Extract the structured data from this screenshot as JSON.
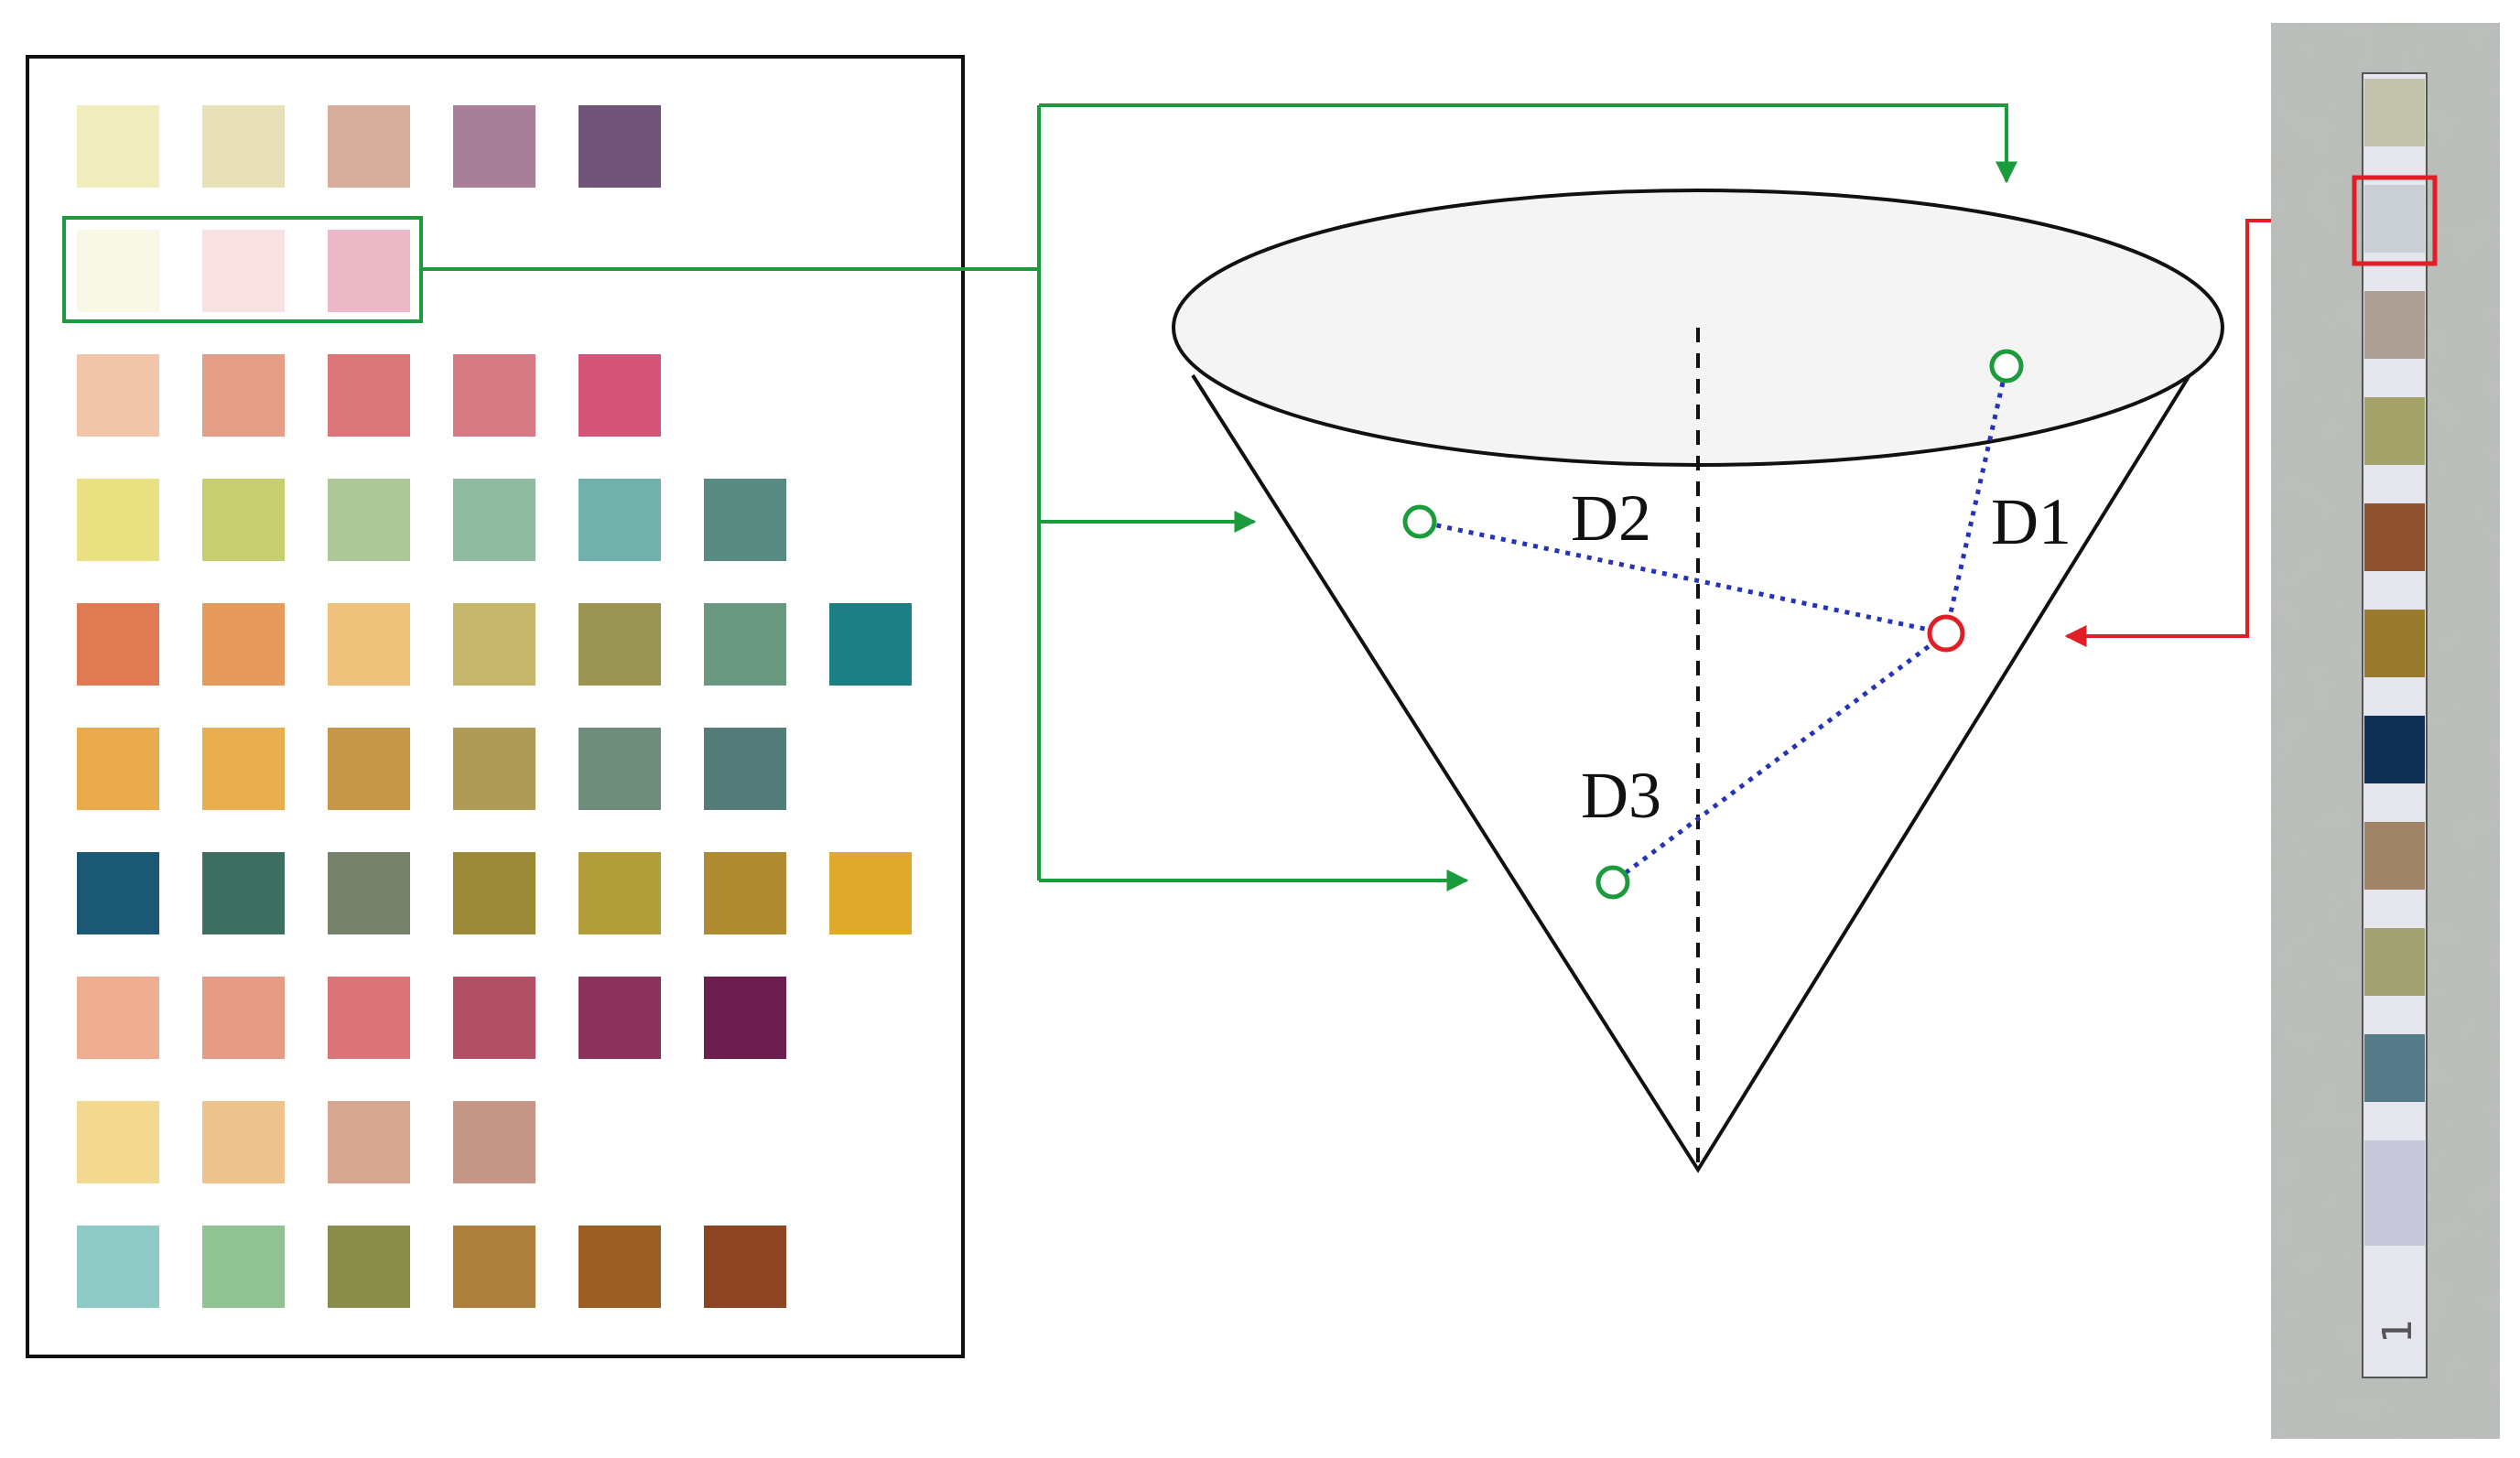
{
  "color_chart": {
    "rows": [
      [
        "#f2edbf",
        "#e8e0b8",
        "#d7ae9c",
        "#a77f99",
        "#6f5378"
      ],
      [
        "#f9f7e6",
        "#f8e2e3",
        "#ebb9c7"
      ],
      [
        "#f0c5aa",
        "#e69d87",
        "#dc7779",
        "#d77983",
        "#d45579"
      ],
      [
        "#eae282",
        "#c6cf70",
        "#abc896",
        "#8fbba0",
        "#73b2ac",
        "#5a8b83"
      ],
      [
        "#e07a52",
        "#e69b5d",
        "#efc27c",
        "#c6b76c",
        "#9a9552",
        "#6a977f",
        "#1c7f86"
      ],
      [
        "#e9ab4c",
        "#e9ae4f",
        "#c49846",
        "#b09b56",
        "#6e8c7b",
        "#547c79"
      ],
      [
        "#1b5873",
        "#3e6e60",
        "#77836a",
        "#9c8938",
        "#b19e3a",
        "#b08a30",
        "#e0a82d"
      ],
      [
        "#eeae8f",
        "#e69b86",
        "#dc7477",
        "#b34f67",
        "#8a325a",
        "#6c1e4f"
      ],
      [
        "#f2d98f",
        "#eec28d",
        "#d7a88f",
        "#c49688"
      ],
      [
        "#8ecac6",
        "#91c291",
        "#8a8d4a",
        "#ad813c",
        "#9c5e23",
        "#8d4423"
      ]
    ],
    "highlighted_row": 1
  },
  "cone_diagram": {
    "labels": {
      "d1": "D1",
      "d2": "D2",
      "d3": "D3"
    },
    "green_marker_color": "#1a9b3c",
    "red_marker_color": "#e01e25",
    "distance_line_color": "#2433b8"
  },
  "test_strip": {
    "pads": [
      "#c3c2ad",
      "#cacfd5",
      "#aa9f92",
      "#a4a36a",
      "#8f522e",
      "#987b2c",
      "#0e3055",
      "#9f8468",
      "#a1a172",
      "#557b88",
      "#c7c8d9"
    ],
    "highlighted_pad": 1,
    "number": "1"
  }
}
